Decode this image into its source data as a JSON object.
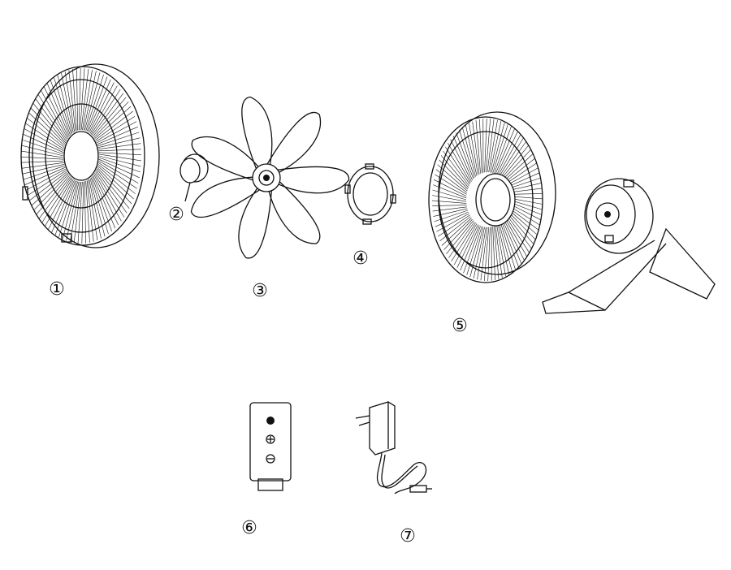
{
  "parts": [
    {
      "id": "front-grille",
      "label": "①"
    },
    {
      "id": "blade-cap",
      "label": "②"
    },
    {
      "id": "fan-blade",
      "label": "③"
    },
    {
      "id": "grille-ring",
      "label": "④"
    },
    {
      "id": "rear-grille",
      "label": "⑤"
    },
    {
      "id": "remote-control",
      "label": "⑥"
    },
    {
      "id": "power-adapter",
      "label": "⑦"
    }
  ],
  "colors": {
    "line": "#111111",
    "background": "#ffffff"
  }
}
